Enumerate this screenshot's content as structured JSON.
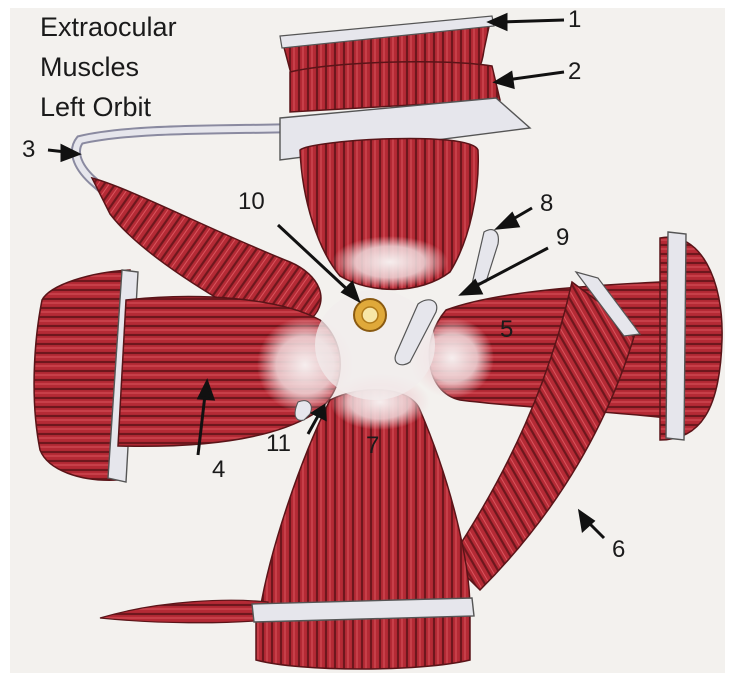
{
  "title_lines": [
    "Extraocular",
    "Muscles",
    "Left Orbit"
  ],
  "labels": {
    "n1": "1",
    "n2": "2",
    "n3": "3",
    "n4": "4",
    "n5": "5",
    "n6": "6",
    "n7": "7",
    "n8": "8",
    "n9": "9",
    "n10": "10",
    "n11": "11"
  },
  "colors": {
    "background": "#f3f1ee",
    "muscle": "#b52a35",
    "muscle_dark": "#5a1418",
    "muscle_light": "#e8a9ae",
    "tendon": "#e6e6ec",
    "optic_nerve": "#e0a93a"
  }
}
